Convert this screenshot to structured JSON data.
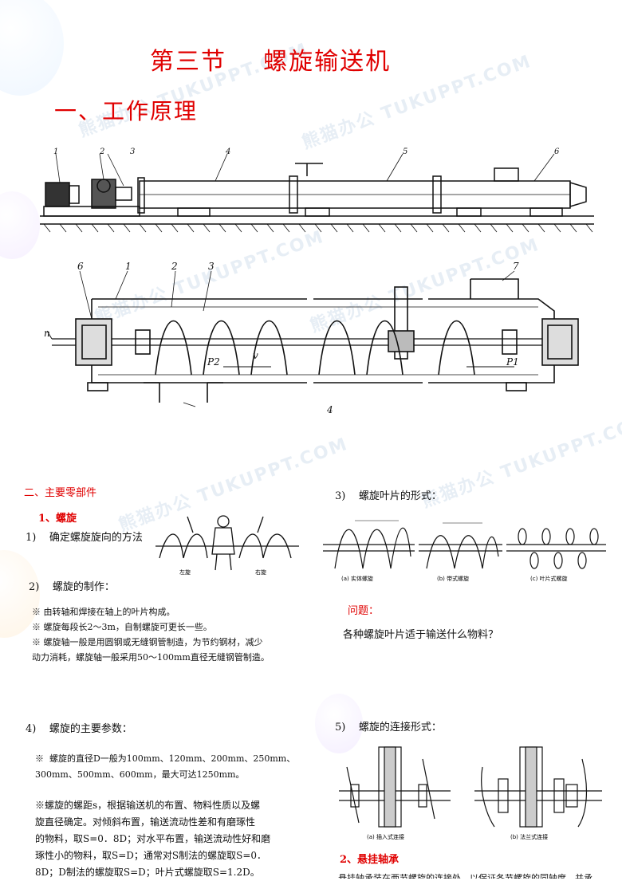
{
  "page": {
    "title": "第三节    螺旋输送机",
    "subtitle": "一、工作原理",
    "watermark": "熊猫办公 TUKUPPT.COM"
  },
  "diagram1": {
    "labels": [
      "1",
      "2",
      "3",
      "4",
      "5",
      "6"
    ]
  },
  "diagram2": {
    "labels": [
      "6",
      "1",
      "2",
      "3",
      "7",
      "4"
    ],
    "symbols": {
      "n": "n",
      "p2": "P2",
      "p1": "P1",
      "v": "v"
    }
  },
  "left": {
    "section_heading": "二、主要零部件",
    "spiral_heading": "1、螺旋",
    "item1": "1)    确定螺旋旋向的方法",
    "item1_captions": {
      "left": "左旋",
      "right": "右旋"
    },
    "item2": "2)    螺旋的制作：",
    "notes": [
      "※ 由转轴和焊接在轴上的叶片构成。",
      "※ 螺旋每段长2～3m，自制螺旋可更长一些。",
      "※ 螺旋轴一般是用圆钢或无缝钢管制造，为节约钢材，减少",
      "动力消耗，螺旋轴一般采用50～100mm直径无缝钢管制造。"
    ],
    "item4": "4)    螺旋的主要参数：",
    "params_line1": "※  螺旋的直径D一般为100mm、120mm、200mm、250mm、",
    "params_line2": "300mm、500mm、600mm，最大可达1250mm。",
    "pitch_lines": [
      "※螺旋的螺距s，根据输送机的布置、物料性质以及螺",
      "旋直径确定。对倾斜布置，输送流动性差和有磨琢性",
      "的物料，取S=0．8D；对水平布置，输送流动性好和磨",
      "琢性小的物料，取S=D；通常对S制法的螺旋取S=0．",
      "8D；D制法的螺旋取S=D；叶片式螺旋取S=1.2D。"
    ]
  },
  "right": {
    "item3": "3)    螺旋叶片的形式：",
    "blade_captions": [
      "(a) 实体螺旋",
      "(b) 带式螺旋",
      "(c) 叶片式螺旋"
    ],
    "question_label": "问题：",
    "question": "各种螺旋叶片适于输送什么物料？",
    "item5": "5)    螺旋的连接形式：",
    "joint_captions": [
      "(a) 插入式连接",
      "(b) 法兰式连接"
    ],
    "bearing_heading": "2、悬挂轴承",
    "bearing_text": "悬挂轴承装在两节螺旋的连接处，以保证各节螺旋的同轴度，并承"
  },
  "colors": {
    "red": "#e00000",
    "ink": "#111111"
  }
}
